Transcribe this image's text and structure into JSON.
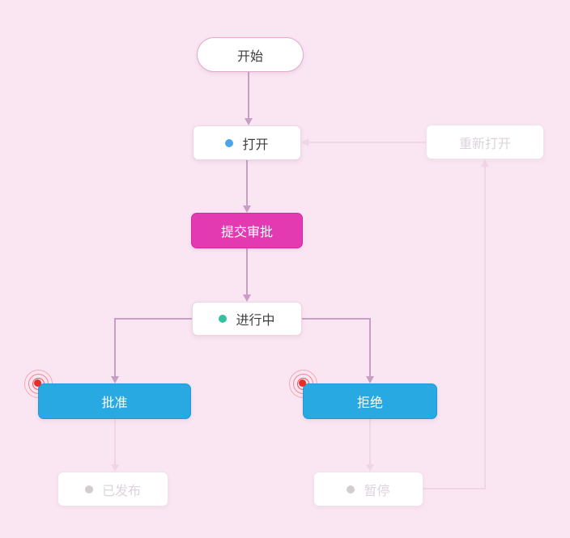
{
  "colors": {
    "canvas-bg": "#f9e6f2",
    "arrow": "#c79fc2",
    "arrow-faded": "#f0d6e5",
    "node-border": "#eed5e5",
    "start-border": "#e2a9ce",
    "node-text": "#3f3f3f",
    "magenta": "#e33ab1",
    "magenta-border": "#d22aa0",
    "blue": "#29a9e1",
    "blue-border": "#1e9bd4",
    "button-text": "#ffffff",
    "open-dot": "#4aa6e8",
    "progress-dot": "#38bfa1",
    "disabled-dot": "#d3ccd1",
    "disabled-border": "#f3e1ec",
    "disabled-text": "#ded3db",
    "pulse-red": "#ee2b2b"
  },
  "diagram": {
    "type": "workflow-state-diagram",
    "nodes": {
      "start": {
        "label": "开始",
        "kind": "state",
        "status": "active"
      },
      "open": {
        "label": "打开",
        "kind": "state",
        "status": "active",
        "dot": "blue"
      },
      "submit_approval": {
        "label": "提交审批",
        "kind": "action-button",
        "status": "active"
      },
      "in_progress": {
        "label": "进行中",
        "kind": "state",
        "status": "active",
        "dot": "teal"
      },
      "approve": {
        "label": "批准",
        "kind": "action-button",
        "status": "active",
        "attention": "pulse"
      },
      "reject": {
        "label": "拒绝",
        "kind": "action-button",
        "status": "active",
        "attention": "pulse"
      },
      "published": {
        "label": "已发布",
        "kind": "state",
        "status": "disabled",
        "dot": "gray"
      },
      "paused": {
        "label": "暂停",
        "kind": "state",
        "status": "disabled",
        "dot": "gray"
      },
      "reopen": {
        "label": "重新打开",
        "kind": "state",
        "status": "disabled"
      }
    },
    "edges": [
      {
        "from": "start",
        "to": "open",
        "style": "active"
      },
      {
        "from": "open",
        "to": "submit_approval",
        "style": "active"
      },
      {
        "from": "submit_approval",
        "to": "in_progress",
        "style": "active"
      },
      {
        "from": "in_progress",
        "to": "approve",
        "style": "active"
      },
      {
        "from": "in_progress",
        "to": "reject",
        "style": "active"
      },
      {
        "from": "approve",
        "to": "published",
        "style": "faded"
      },
      {
        "from": "reject",
        "to": "paused",
        "style": "faded"
      },
      {
        "from": "paused",
        "to": "reopen",
        "style": "faded"
      },
      {
        "from": "reopen",
        "to": "open",
        "style": "faded"
      }
    ]
  }
}
